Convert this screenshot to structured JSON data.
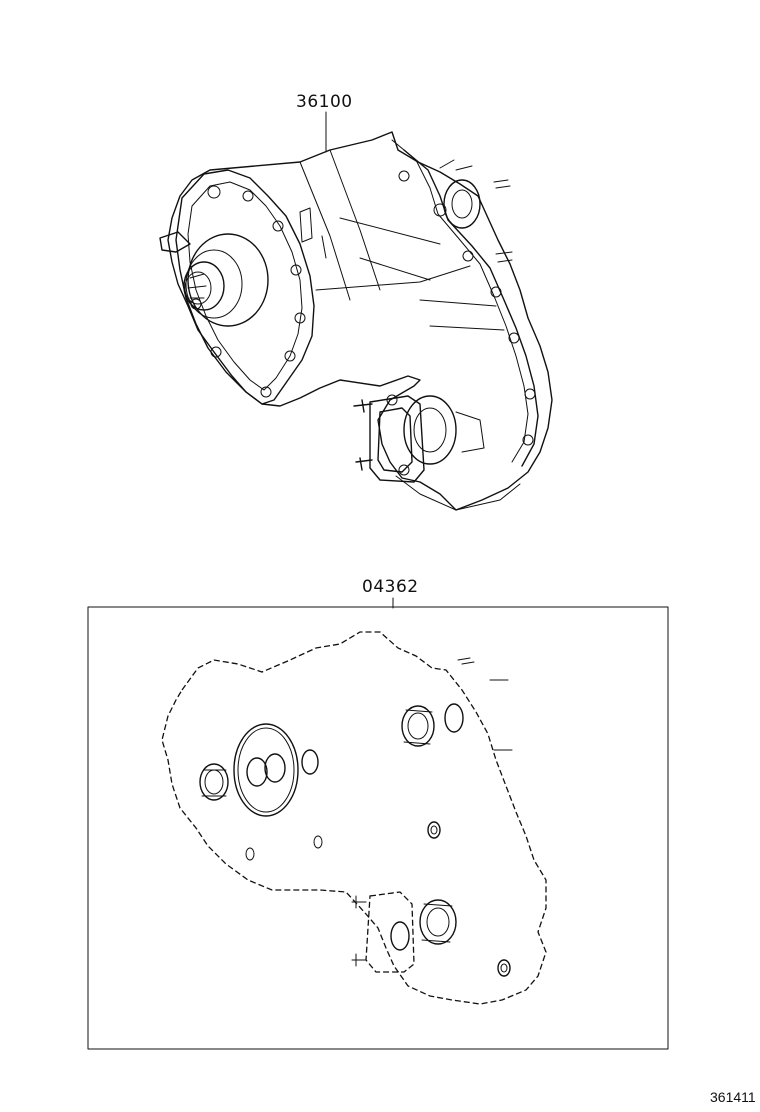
{
  "parts": [
    {
      "part_number": "36100"
    },
    {
      "part_number": "04362"
    }
  ],
  "illustration_code": "361411"
}
